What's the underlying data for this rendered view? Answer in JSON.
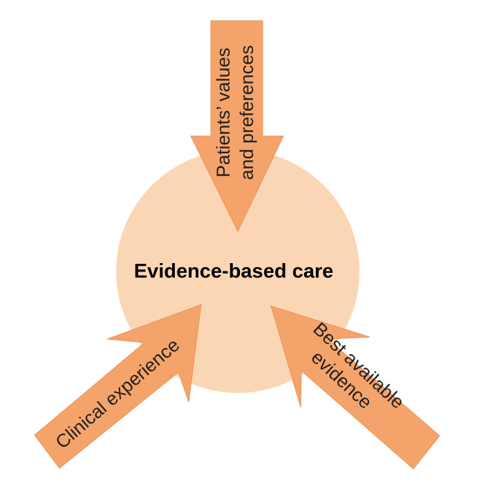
{
  "center": {
    "label": "Evidence-based care"
  },
  "arrows": {
    "top": {
      "line1": "Patients’ values",
      "line2": "and preferences"
    },
    "left": {
      "line1": "Clinical experience"
    },
    "right": {
      "line1": "Best available",
      "line2": "evidence"
    }
  },
  "colors": {
    "circle_fill": "#fbd6b5",
    "arrow_fill": "#f4a46a",
    "arrow_stroke": "#e8955a"
  }
}
